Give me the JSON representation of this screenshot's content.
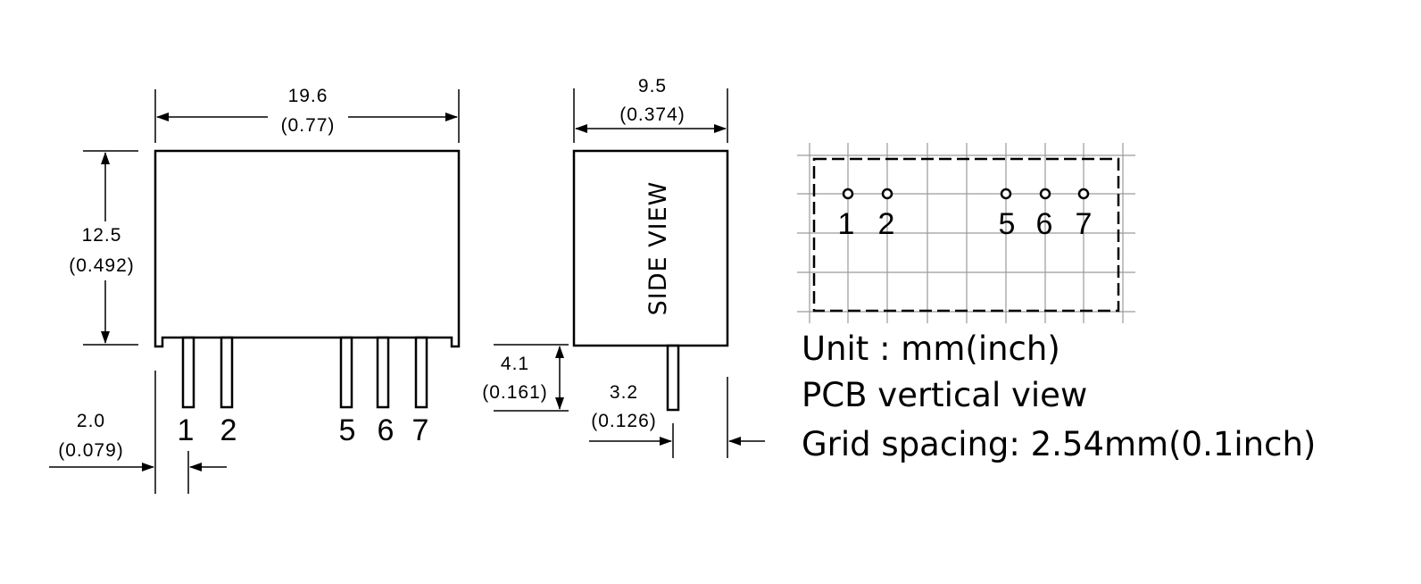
{
  "front_view": {
    "width_mm": "19.6",
    "width_in": "(0.77)",
    "height_mm": "12.5",
    "height_in": "(0.492)",
    "pitch_mm": "2.0",
    "pitch_in": "(0.079)",
    "pins": [
      "1",
      "2",
      "5",
      "6",
      "7"
    ]
  },
  "side_view": {
    "label": "SIDE VIEW",
    "width_mm": "9.5",
    "width_in": "(0.374)",
    "pin_length_mm": "4.1",
    "pin_length_in": "(0.161)",
    "pin_offset_mm": "3.2",
    "pin_offset_in": "(0.126)"
  },
  "pcb_view": {
    "pins": [
      "1",
      "2",
      "5",
      "6",
      "7"
    ]
  },
  "notes": {
    "unit": "Unit : mm(inch)",
    "view": "PCB vertical view",
    "grid": "Grid spacing: 2.54mm(0.1inch)"
  }
}
